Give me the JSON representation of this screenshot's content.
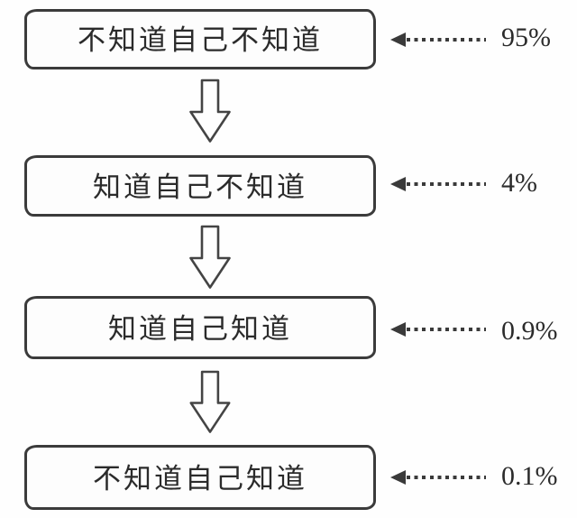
{
  "diagram": {
    "background": "#fefefe",
    "ink_color": "#3a3a3a",
    "text_color": "#2b2b2b",
    "icons": {
      "connector": "down-block-arrow-icon",
      "pointer": "dotted-left-arrow-icon"
    },
    "rows": [
      {
        "box_label": "不知道自己不知道",
        "percent": "95%"
      },
      {
        "box_label": "知道自己不知道",
        "percent": "4%"
      },
      {
        "box_label": "知道自己知道",
        "percent": "0.9%"
      },
      {
        "box_label": "不知道自己知道",
        "percent": "0.1%"
      }
    ]
  }
}
